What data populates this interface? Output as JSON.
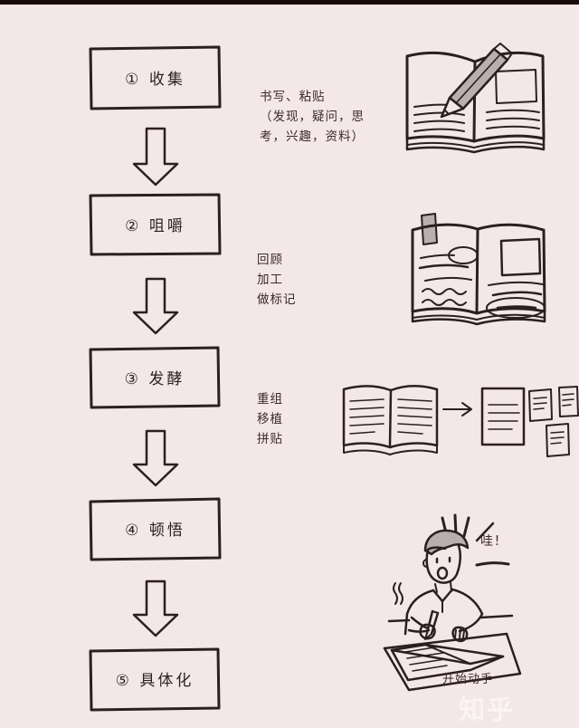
{
  "page": {
    "title": "笔记的五个阶段流程图",
    "background_color": "#f4e7e7",
    "ink_color": "#2b1f1f",
    "top_band_color": "#1a0a08"
  },
  "flow": {
    "stages": [
      {
        "index": "①",
        "label": "① 收集",
        "name": "收集"
      },
      {
        "index": "②",
        "label": "② 咀嚼",
        "name": "咀嚼"
      },
      {
        "index": "③",
        "label": "③ 发酵",
        "name": "发酵"
      },
      {
        "index": "④",
        "label": "④ 顿悟",
        "name": "顿悟"
      },
      {
        "index": "⑤",
        "label": "⑤ 具体化",
        "name": "具体化"
      }
    ],
    "arrows": [
      "down-arrow",
      "down-arrow",
      "down-arrow",
      "down-arrow"
    ]
  },
  "notes": [
    {
      "stage": "① 收集",
      "text": "书写、粘贴\n（发现，疑问，思\n考，兴趣，资料）"
    },
    {
      "stage": "② 咀嚼",
      "text": "回顾\n加工\n做标记"
    },
    {
      "stage": "③ 发酵",
      "text": "重组\n移植\n拼贴"
    }
  ],
  "callouts": {
    "wow": "哇！",
    "start": "开始动手"
  },
  "illustrations": [
    {
      "name": "open-notebook-with-pencil",
      "stage": "① 收集"
    },
    {
      "name": "annotated-book-with-bookmark",
      "stage": "② 咀嚼"
    },
    {
      "name": "book-to-note-cards",
      "stage": "③ 发酵"
    },
    {
      "name": "person-writing-at-desk",
      "stage": "④ 顿悟 / ⑤ 具体化"
    }
  ],
  "watermark": {
    "text": "知乎"
  }
}
